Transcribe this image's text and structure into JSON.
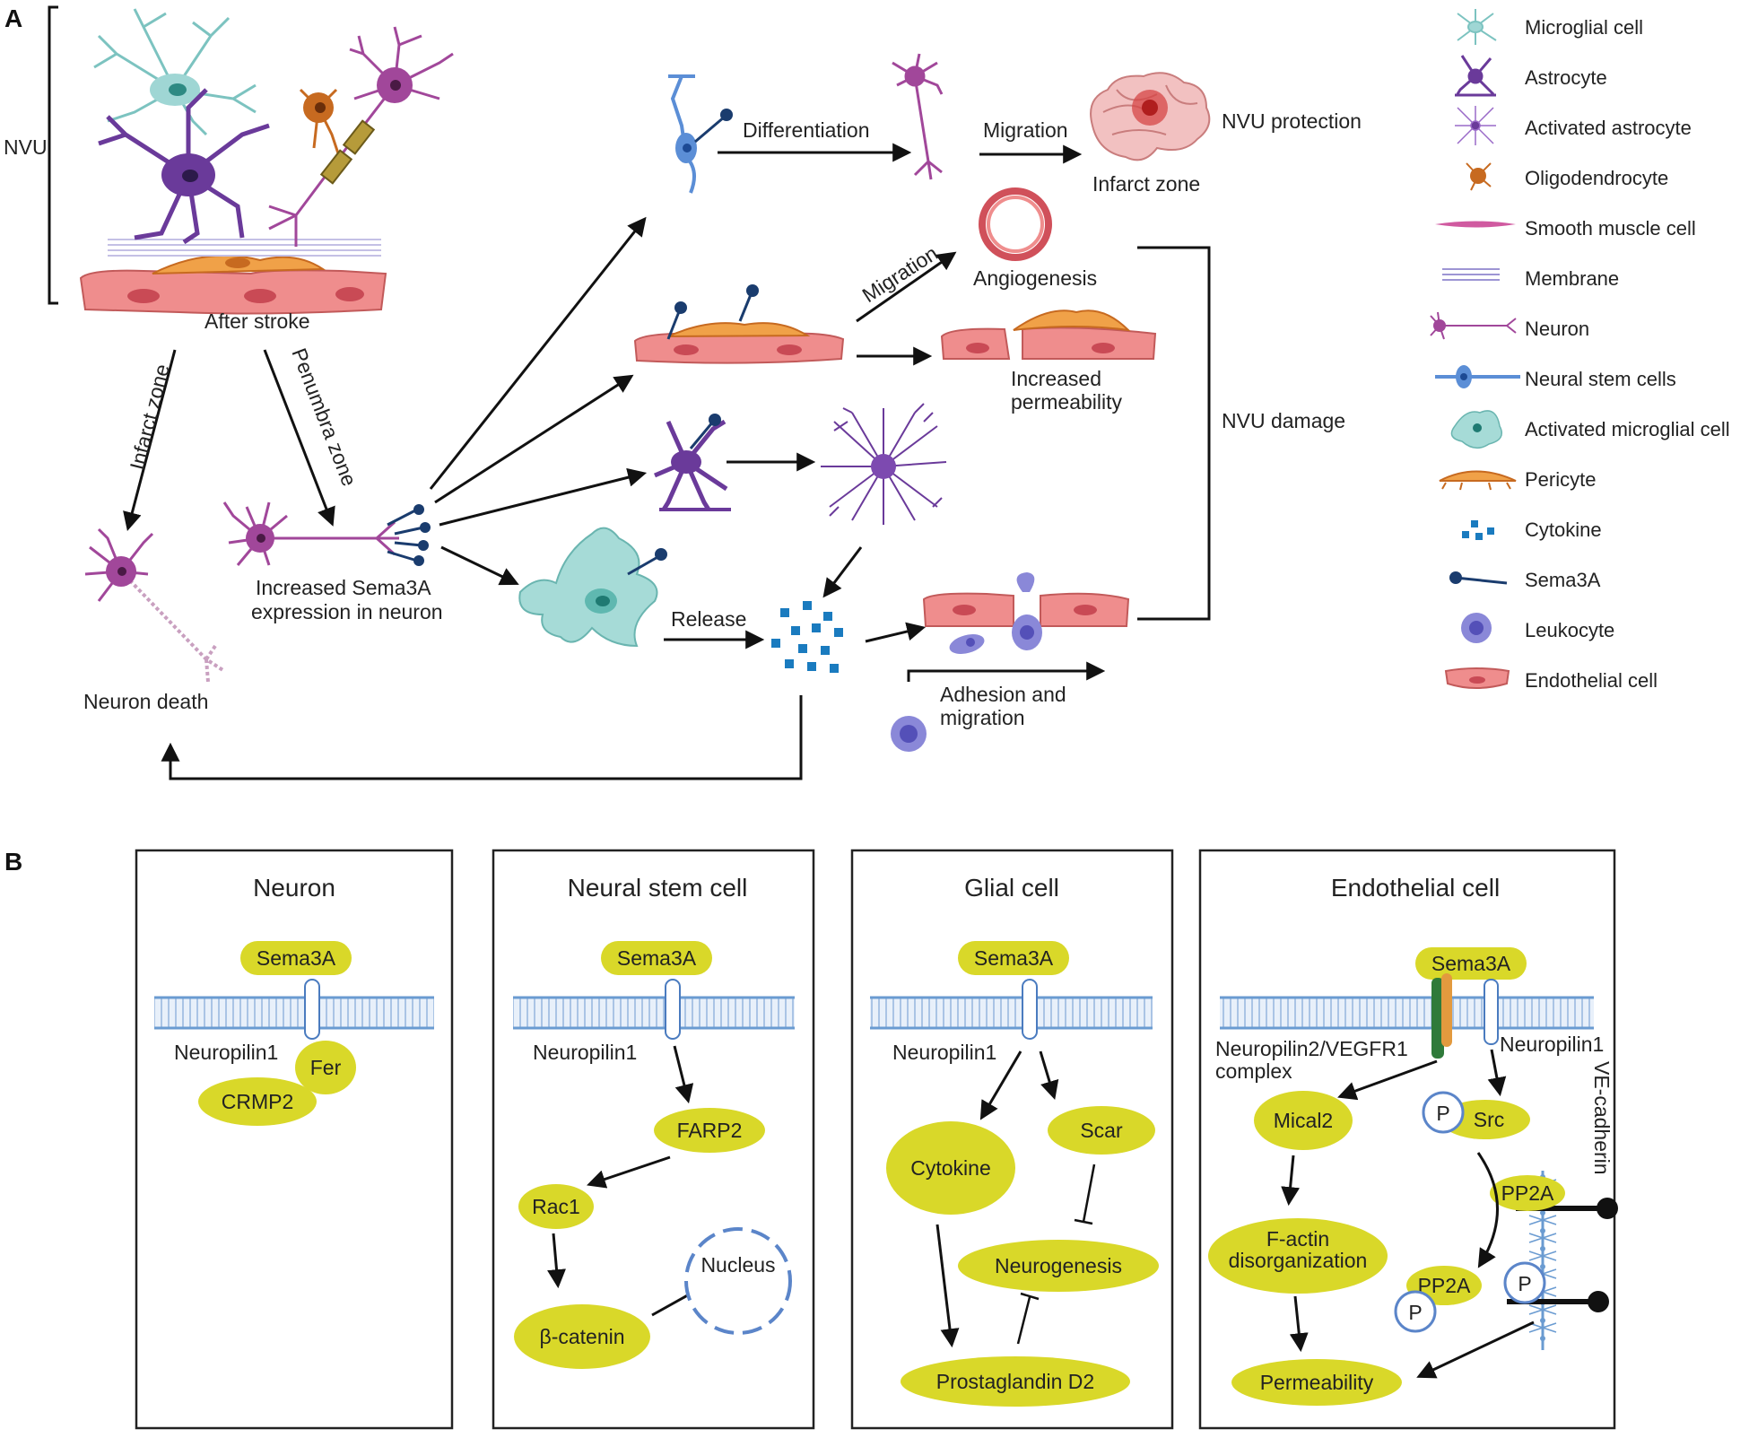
{
  "panel_a": {
    "letter": "A",
    "nvu_label": "NVU",
    "after_stroke": "After stroke",
    "infarct_zone_path": "Infarct zone",
    "penumbra_zone_path": "Penumbra zone",
    "neuron_death": "Neuron death",
    "increased_sema3a": [
      "Increased Sema3A",
      "expression in neuron"
    ],
    "differentiation": "Differentiation",
    "migration_top": "Migration",
    "infarct_zone_brain": "Infarct zone",
    "nvu_protection": "NVU protection",
    "migration_diag": "Migration",
    "angiogenesis": "Angiogenesis",
    "increased_permeability": [
      "Increased",
      "permeability"
    ],
    "nvu_damage": "NVU damage",
    "release": "Release",
    "adhesion_migration": [
      "Adhesion and",
      "migration"
    ]
  },
  "legend": [
    {
      "label": "Microglial cell",
      "icon": "microglial-cell-icon"
    },
    {
      "label": "Astrocyte",
      "icon": "astrocyte-icon"
    },
    {
      "label": "Activated astrocyte",
      "icon": "activated-astrocyte-icon"
    },
    {
      "label": "Oligodendrocyte",
      "icon": "oligodendrocyte-icon"
    },
    {
      "label": "Smooth muscle cell",
      "icon": "smooth-muscle-cell-icon"
    },
    {
      "label": "Membrane",
      "icon": "membrane-icon"
    },
    {
      "label": "Neuron",
      "icon": "neuron-icon"
    },
    {
      "label": "Neural stem cells",
      "icon": "neural-stem-cell-icon"
    },
    {
      "label": "Activated microglial cell",
      "icon": "activated-microglial-cell-icon"
    },
    {
      "label": "Pericyte",
      "icon": "pericyte-icon"
    },
    {
      "label": "Cytokine",
      "icon": "cytokine-icon"
    },
    {
      "label": "Sema3A",
      "icon": "sema3a-icon"
    },
    {
      "label": "Leukocyte",
      "icon": "leukocyte-icon"
    },
    {
      "label": "Endothelial cell",
      "icon": "endothelial-cell-icon"
    }
  ],
  "panel_b": {
    "letter": "B",
    "neuron": {
      "title": "Neuron",
      "ligand": "Sema3A",
      "receptor": "Neuropilin1",
      "fer": "Fer",
      "crmp2": "CRMP2"
    },
    "nsc": {
      "title": "Neural stem cell",
      "ligand": "Sema3A",
      "receptor": "Neuropilin1",
      "farp2": "FARP2",
      "rac1": "Rac1",
      "bcatenin": "β-catenin",
      "nucleus": "Nucleus"
    },
    "glial": {
      "title": "Glial cell",
      "ligand": "Sema3A",
      "receptor": "Neuropilin1",
      "cytokine": "Cytokine",
      "scar": "Scar",
      "neurogenesis": "Neurogenesis",
      "pgd2": "Prostaglandin D2"
    },
    "endo": {
      "title": "Endothelial cell",
      "ligand": "Sema3A",
      "complex": [
        "Neuropilin2/VEGFR1",
        "complex"
      ],
      "np1": "Neuropilin1",
      "vecad": "VE-cadherin",
      "mical2": "Mical2",
      "p": "P",
      "src": "Src",
      "pp2a": "PP2A",
      "factin": [
        "F-actin",
        "disorganization"
      ],
      "permeability": "Permeability"
    }
  },
  "colors": {
    "pill": "#d9d829",
    "neuron": "#a1479a",
    "astrocyte": "#6a3a9a",
    "microglia": "#9fd6d4",
    "endothelial": "#ef8d8d",
    "pericyte": "#f0a148",
    "stem": "#5b8ed6",
    "leukocyte": "#8a88d8",
    "cytokine": "#1a7bbf",
    "sema3a": "#1a3c6e"
  }
}
